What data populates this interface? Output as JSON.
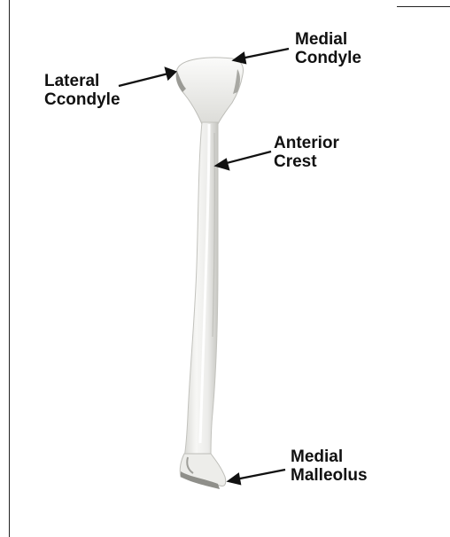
{
  "labels": {
    "medial_condyle": [
      "Medial",
      "Condyle"
    ],
    "lateral_condyle": [
      "Lateral",
      "Ccondyle"
    ],
    "anterior_crest": [
      "Anterior",
      "Crest"
    ],
    "medial_malleolus": [
      "Medial",
      "Malleolus"
    ]
  },
  "colors": {
    "text": "#111111",
    "bone_light": "#f2f2ef",
    "bone_shade": "#c9c9c4",
    "frame": "#222222"
  }
}
